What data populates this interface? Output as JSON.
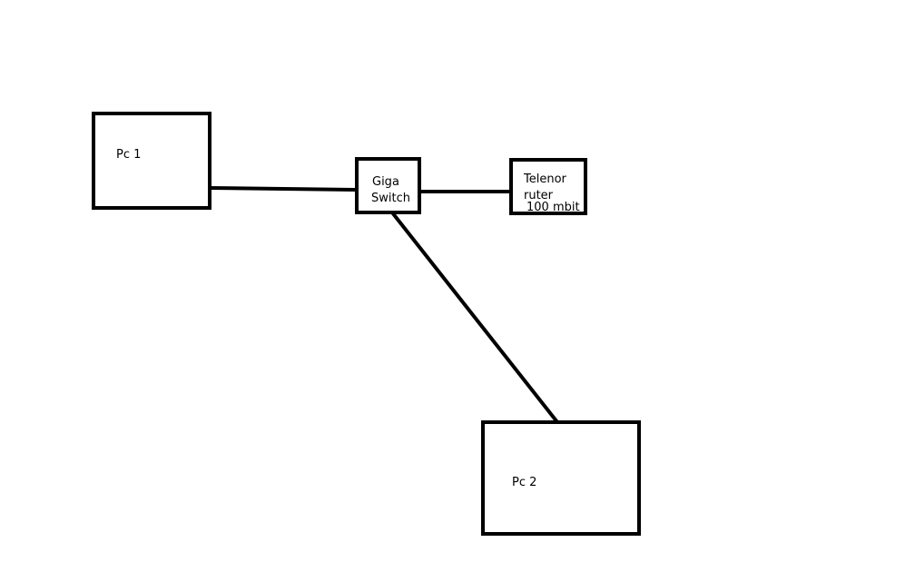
{
  "diagram": {
    "nodes": {
      "pc1": {
        "label": "Pc 1"
      },
      "switch": {
        "label_line1": "Giga",
        "label_line2": "Switch"
      },
      "router": {
        "label_line1": "Telenor",
        "label_line2": "ruter",
        "label_line3": "100 mbit"
      },
      "pc2": {
        "label": "Pc 2"
      }
    },
    "connections": [
      {
        "from": "pc1",
        "to": "switch"
      },
      {
        "from": "switch",
        "to": "router"
      },
      {
        "from": "switch",
        "to": "pc2"
      }
    ]
  }
}
